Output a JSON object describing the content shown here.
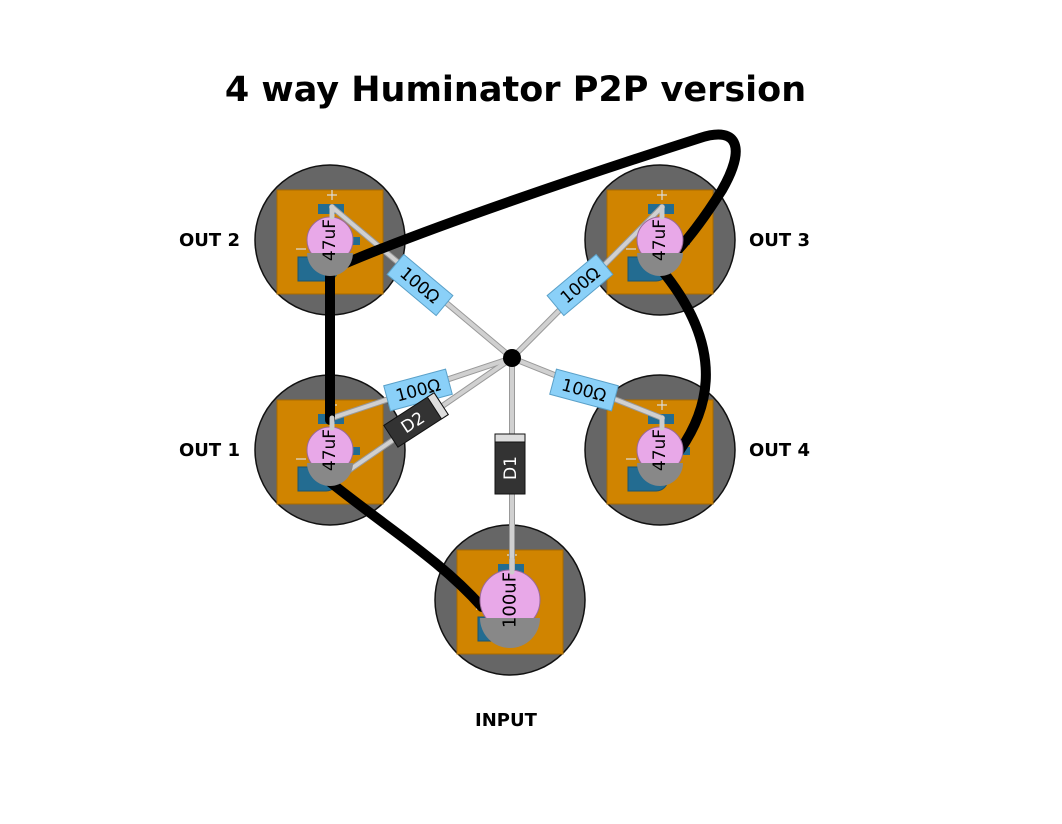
{
  "title": "4 way Huminator P2P version",
  "labels": {
    "out1": "OUT 1",
    "out2": "OUT 2",
    "out3": "OUT 3",
    "out4": "OUT 4",
    "input": "INPUT"
  },
  "jacks": [
    {
      "id": "out2",
      "cap_label": "47uF"
    },
    {
      "id": "out3",
      "cap_label": "47uF"
    },
    {
      "id": "out1",
      "cap_label": "47uF"
    },
    {
      "id": "out4",
      "cap_label": "47uF"
    },
    {
      "id": "input",
      "cap_label": "100uF"
    }
  ],
  "resistors": [
    {
      "id": "r-out2",
      "label": "100Ω"
    },
    {
      "id": "r-out3",
      "label": "100Ω"
    },
    {
      "id": "r-out1",
      "label": "100Ω"
    },
    {
      "id": "r-out4",
      "label": "100Ω"
    }
  ],
  "diodes": [
    {
      "id": "d1",
      "label": "D1"
    },
    {
      "id": "d2",
      "label": "D2"
    }
  ],
  "polarity": {
    "plus": "+",
    "minus": "−"
  },
  "colors": {
    "jack_body": "#666666",
    "pad": "#d08400",
    "lug": "#236c91",
    "cap": "#e8a8e8",
    "cap_band": "#888888",
    "resistor": "#8ad0f8",
    "diode": "#333333",
    "diode_band": "#dddddd",
    "lead": "#c8c8c8",
    "wire": "#000000"
  }
}
